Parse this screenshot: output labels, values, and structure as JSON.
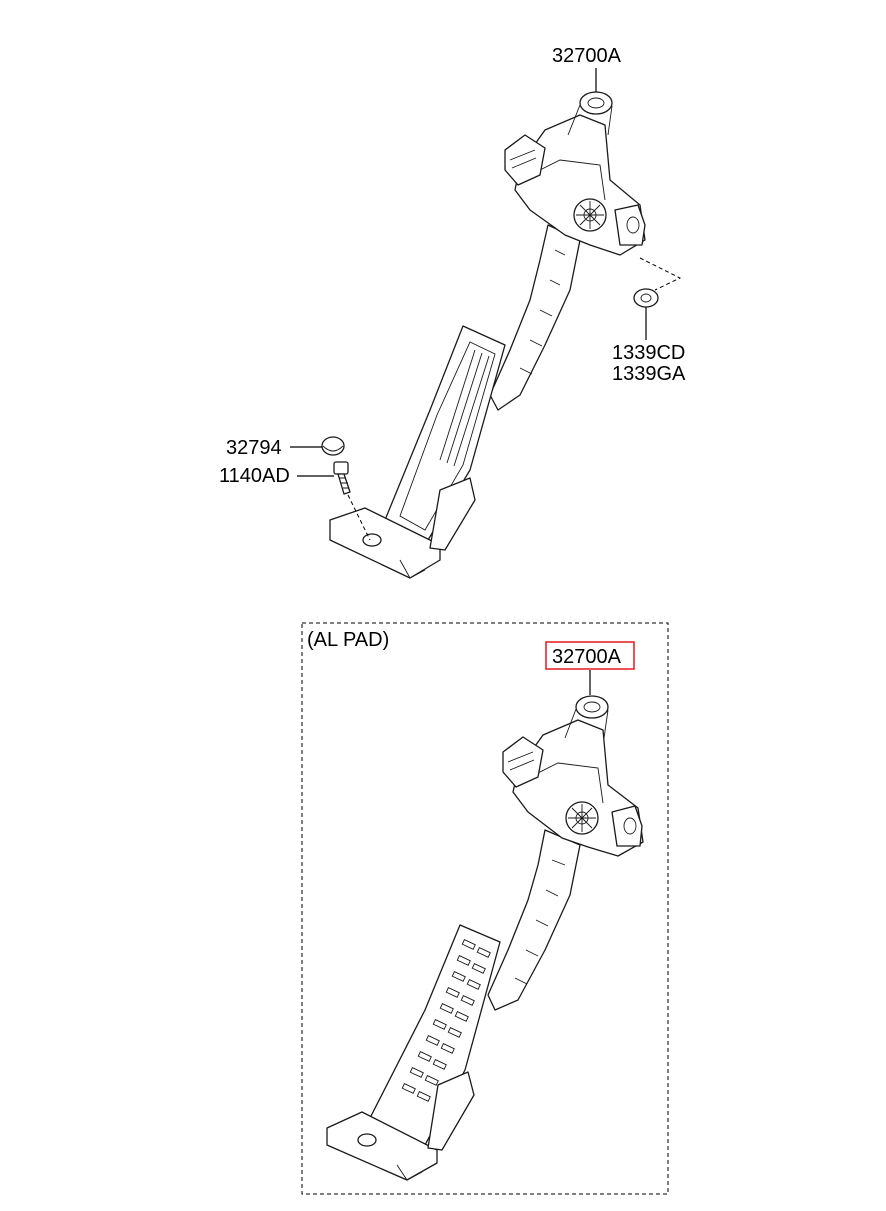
{
  "callouts": {
    "top_assembly": "32700A",
    "nut_line1": "1339CD",
    "nut_line2": "1339GA",
    "stopper": "32794",
    "bolt": "1140AD",
    "variant_title": "(AL PAD)",
    "variant_assembly": "32700A"
  },
  "colors": {
    "highlight_box": "#e8262d",
    "line": "#000000"
  }
}
